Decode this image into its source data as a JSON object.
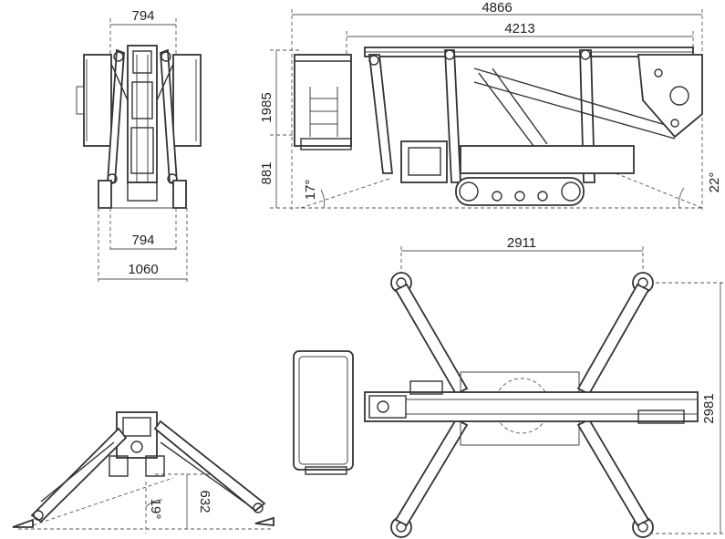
{
  "dimensions": {
    "front_top_width": "794",
    "front_track_width": "794",
    "front_total_width": "1060",
    "side_total_length": "4866",
    "side_boom_length": "4213",
    "side_total_height": "1985",
    "side_platform_height": "881",
    "side_angle_front": "17°",
    "side_angle_rear": "22°",
    "top_outrigger_span": "2911",
    "top_outrigger_width": "2981",
    "rear_height": "632",
    "rear_angle": "19°"
  }
}
